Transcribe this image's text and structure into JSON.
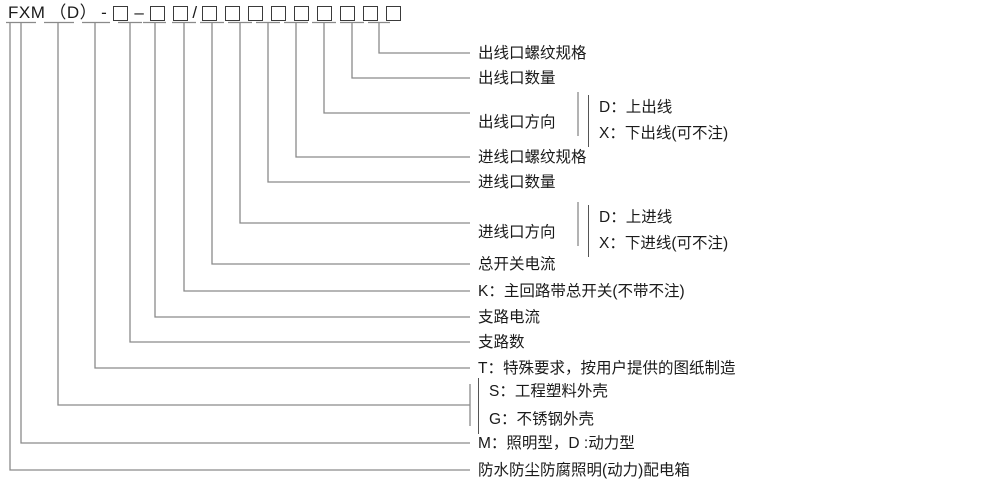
{
  "diagram": {
    "title_code": "FXM（D）-",
    "code_prefix": "FXM",
    "code_paren": "（D）",
    "code_dash1": "-",
    "code_dash2": "–",
    "code_slash": "/",
    "box_count": 12,
    "box_glyph": "square-placeholder"
  },
  "labels": [
    {
      "id": "outlet-thread-spec",
      "text": "出线口螺纹规格"
    },
    {
      "id": "outlet-quantity",
      "text": "出线口数量"
    },
    {
      "id": "outlet-direction",
      "text": "出线口方向"
    },
    {
      "id": "inlet-thread-spec",
      "text": "进线口螺纹规格"
    },
    {
      "id": "inlet-quantity",
      "text": "进线口数量"
    },
    {
      "id": "inlet-direction",
      "text": "进线口方向"
    },
    {
      "id": "main-switch-current",
      "text": "总开关电流"
    },
    {
      "id": "main-circuit-switch",
      "text": "K：主回路带总开关(不带不注)"
    },
    {
      "id": "branch-current",
      "text": "支路电流"
    },
    {
      "id": "branch-count",
      "text": "支路数"
    },
    {
      "id": "special-requirement",
      "text": "T：特殊要求，按用户提供的图纸制造"
    },
    {
      "id": "shell-material",
      "text": ""
    },
    {
      "id": "type-designation",
      "text": "M：照明型，D :动力型"
    },
    {
      "id": "product-name",
      "text": "防水防尘防腐照明(动力)配电箱"
    }
  ],
  "outlet_direction_options": [
    {
      "code": "D",
      "text": "D：上出线"
    },
    {
      "code": "X",
      "text": "X：下出线(可不注)"
    }
  ],
  "inlet_direction_options": [
    {
      "code": "D",
      "text": "D：上进线"
    },
    {
      "code": "X",
      "text": "X：下进线(可不注)"
    }
  ],
  "shell_options": [
    {
      "code": "S",
      "text": "S：工程塑料外壳"
    },
    {
      "code": "G",
      "text": "G：不锈钢外壳"
    }
  ],
  "colors": {
    "line": "#8a8a8a",
    "text": "#1a1a1a",
    "box_border": "#3a3a3a",
    "background": "#ffffff"
  }
}
